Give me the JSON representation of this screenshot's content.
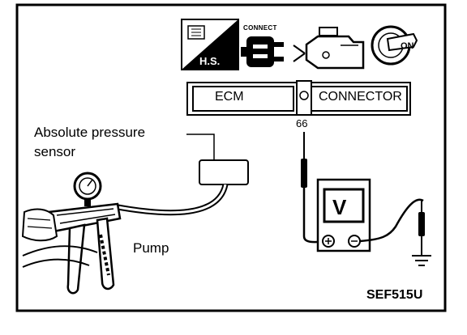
{
  "labels": {
    "sensor_line1": "Absolute pressure",
    "sensor_line2": "sensor",
    "pump": "Pump",
    "pin": "66",
    "reference": "SEF515U"
  },
  "header": {
    "ecm": "ECM",
    "connector": "CONNECTOR",
    "connect_caption": "CONNECT",
    "hs_badge": "H.S.",
    "ignition": "ON"
  },
  "meter": {
    "symbol": "V"
  }
}
